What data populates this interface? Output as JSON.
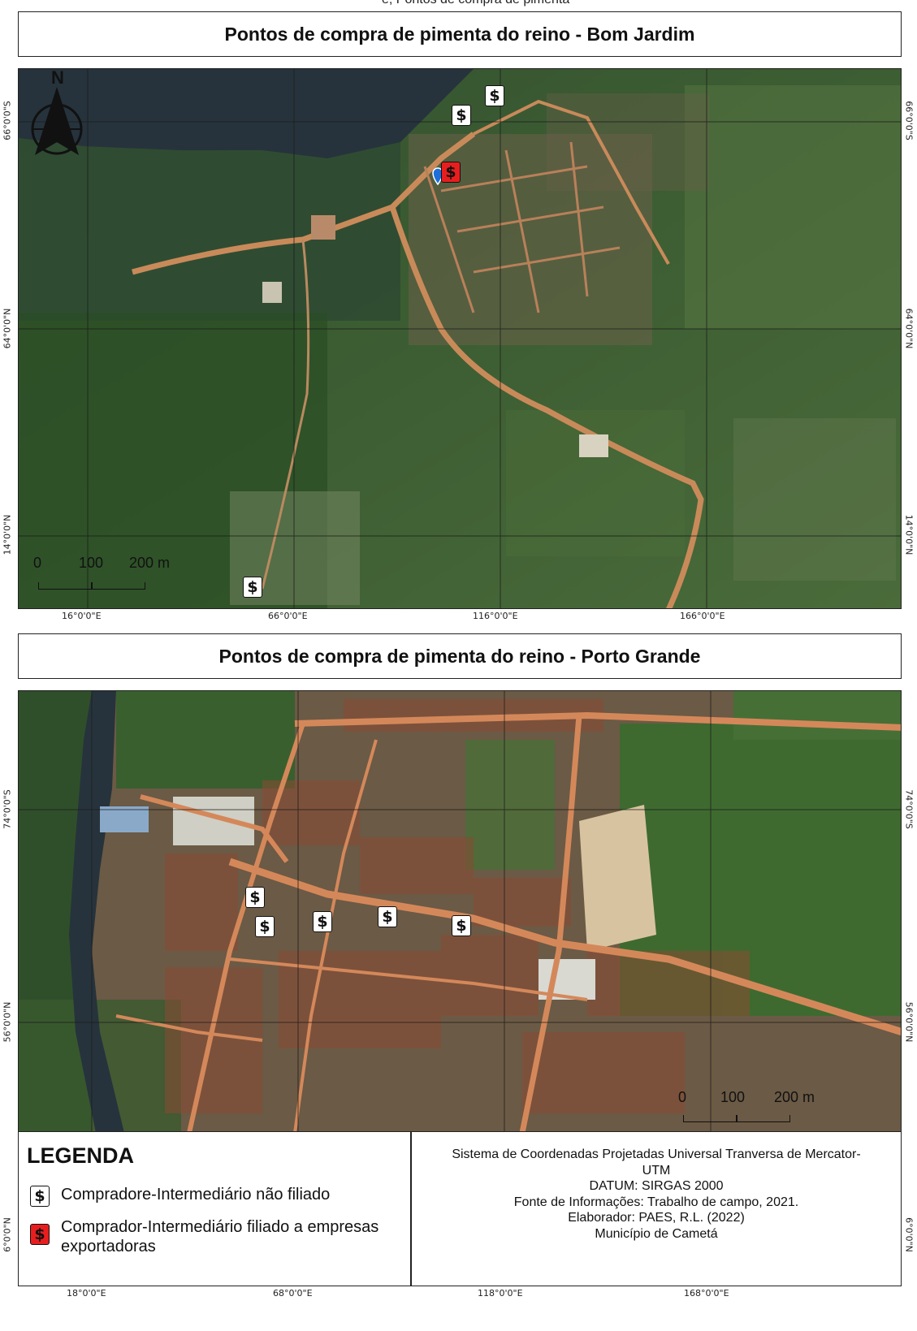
{
  "header": {
    "partial_top_text": "e, Pontos de compra de pimenta"
  },
  "map1": {
    "title": "Pontos de compra de pimenta do reino - Bom Jardim",
    "north_label": "N",
    "x_ticks": [
      "16°0'0\"E",
      "66°0'0\"E",
      "116°0'0\"E",
      "166°0'0\"E"
    ],
    "y_ticks_left": [
      "66°0'0\"S",
      "64°0'0\"N",
      "14°0'0\"N"
    ],
    "y_ticks_right": [
      "66°0'0\"S",
      "64°0'0\"N",
      "14°0'0\"N"
    ],
    "scale": {
      "labels": [
        "0",
        "100",
        "200 m"
      ]
    },
    "markers": [
      {
        "symbol": "$",
        "type": "white"
      },
      {
        "symbol": "$",
        "type": "white"
      },
      {
        "symbol": "$",
        "type": "red"
      },
      {
        "symbol": "$",
        "type": "white"
      }
    ]
  },
  "map2": {
    "title": "Pontos de compra de pimenta do reino - Porto Grande",
    "x_ticks": [
      "18°0'0\"E",
      "68°0'0\"E",
      "118°0'0\"E",
      "168°0'0\"E"
    ],
    "y_ticks_left": [
      "74°0'0\"S",
      "56°0'0\"N",
      "6°0'0\"N"
    ],
    "y_ticks_right": [
      "74°0'0\"S",
      "56°0'0\"N",
      "6°0'0\"N"
    ],
    "scale": {
      "labels": [
        "0",
        "100",
        "200 m"
      ]
    },
    "markers": [
      {
        "symbol": "$",
        "type": "white"
      },
      {
        "symbol": "$",
        "type": "white"
      },
      {
        "symbol": "$",
        "type": "white"
      },
      {
        "symbol": "$",
        "type": "white"
      },
      {
        "symbol": "$",
        "type": "white"
      }
    ]
  },
  "legend": {
    "title": "LEGENDA",
    "items": [
      {
        "symbol": "$",
        "type": "white",
        "label": "Compradore-Intermediário não filiado"
      },
      {
        "symbol": "$",
        "type": "red",
        "label": "Comprador-Intermediário filiado a empresas exportadoras"
      }
    ]
  },
  "info": {
    "lines": [
      "Sistema de Coordenadas Projetadas Universal Tranversa de Mercator-",
      "UTM",
      "DATUM: SIRGAS 2000",
      "Fonte de Informações: Trabalho de campo, 2021.",
      "Elaborador: PAES, R.L. (2022)",
      "Município de Cametá"
    ]
  },
  "colors": {
    "marker_red": "#e81e1e",
    "forest": "#2f5a2a",
    "road": "#c98a5a",
    "river": "#26333c"
  }
}
